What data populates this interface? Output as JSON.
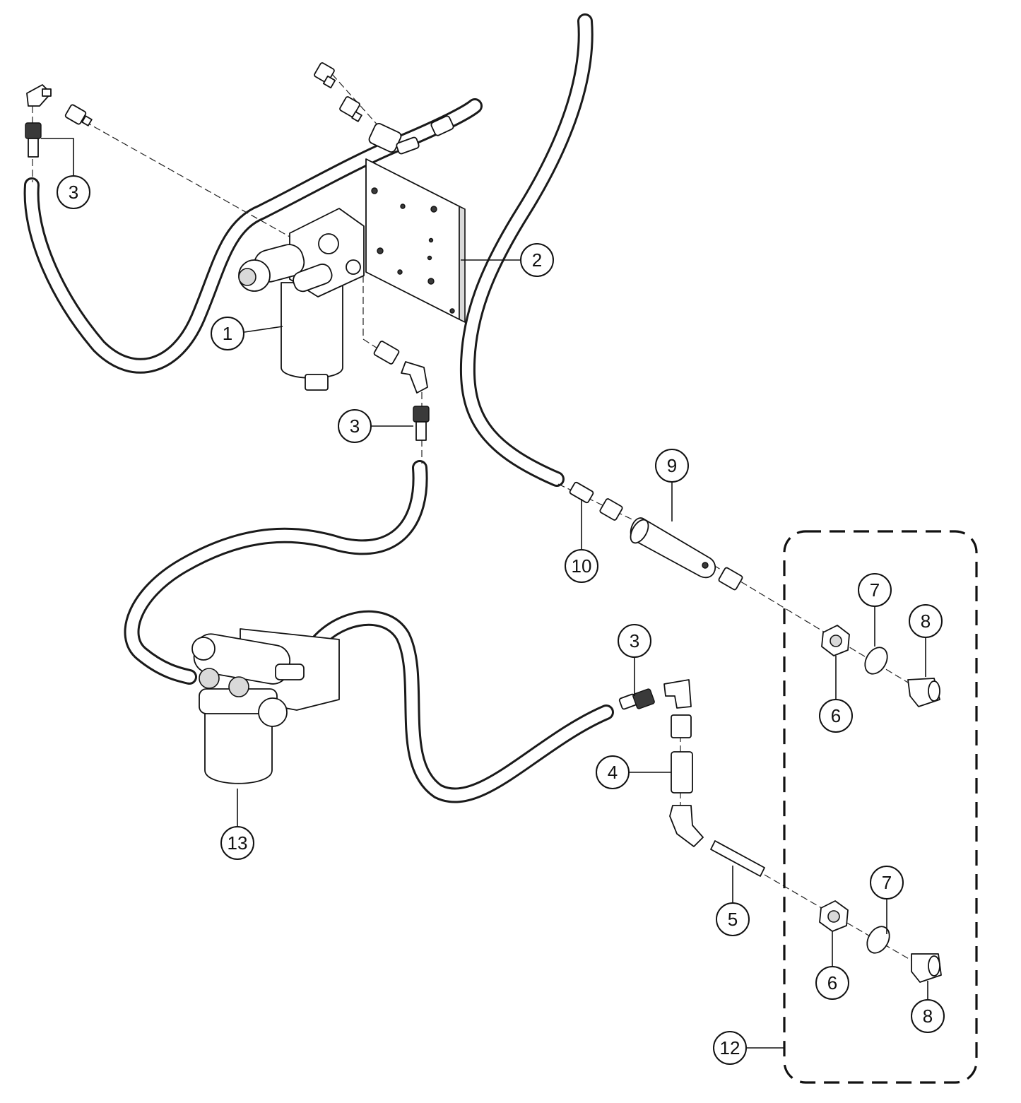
{
  "callouts": [
    {
      "id": "c1",
      "label": "1"
    },
    {
      "id": "c2",
      "label": "2"
    },
    {
      "id": "c3a",
      "label": "3"
    },
    {
      "id": "c3b",
      "label": "3"
    },
    {
      "id": "c3c",
      "label": "3"
    },
    {
      "id": "c4",
      "label": "4"
    },
    {
      "id": "c5",
      "label": "5"
    },
    {
      "id": "c6a",
      "label": "6"
    },
    {
      "id": "c6b",
      "label": "6"
    },
    {
      "id": "c7a",
      "label": "7"
    },
    {
      "id": "c7b",
      "label": "7"
    },
    {
      "id": "c8a",
      "label": "8"
    },
    {
      "id": "c8b",
      "label": "8"
    },
    {
      "id": "c9",
      "label": "9"
    },
    {
      "id": "c10",
      "label": "10"
    },
    {
      "id": "c12",
      "label": "12"
    },
    {
      "id": "c13",
      "label": "13"
    }
  ]
}
